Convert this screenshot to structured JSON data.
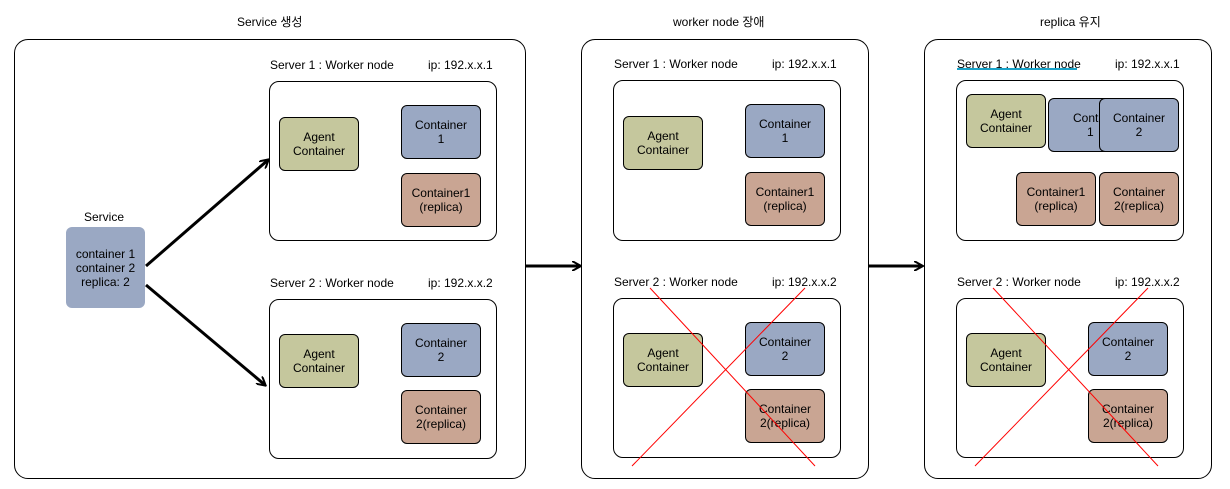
{
  "colors": {
    "agent": "#c5c79d",
    "container": "#9aa8c3",
    "replica": "#c9a593",
    "failure_x": "#ff0000",
    "underline": "#1aa3c9"
  },
  "panels": [
    {
      "title": "Service 생성"
    },
    {
      "title": "worker node 장애"
    },
    {
      "title": "replica 유지"
    }
  ],
  "service": {
    "label": "Service",
    "box_text": "container 1\ncontainer 2\nreplica: 2"
  },
  "server1": {
    "name": "Server 1 : Worker node",
    "ip": "ip: 192.x.x.1"
  },
  "server2": {
    "name": "Server 2 : Worker node",
    "ip": "ip: 192.x.x.2"
  },
  "boxes": {
    "agent": "Agent\nContainer",
    "c1": "Container\n1",
    "c2": "Container\n2",
    "c1_replica": "Container1\n(replica)",
    "c2_replica": "Container\n2(replica)",
    "c1_partial": "Contai\n1"
  }
}
